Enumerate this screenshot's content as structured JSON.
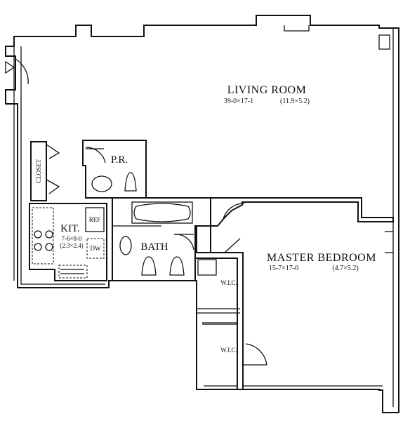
{
  "rooms": {
    "living_room": {
      "name": "LIVING ROOM",
      "dims_imperial": "39-0×17-1",
      "dims_metric": "(11.9×5.2)"
    },
    "master_bedroom": {
      "name": "MASTER BEDROOM",
      "dims_imperial": "15-7×17-0",
      "dims_metric": "(4.7×5.2)"
    },
    "kitchen": {
      "name": "KIT.",
      "dims_imperial": "7-6×8-0",
      "dims_metric": "(2.3×2.4)"
    },
    "powder_room": {
      "name": "P.R."
    },
    "bath": {
      "name": "BATH"
    },
    "closet": {
      "name": "CLOSET"
    },
    "wic_1": {
      "name": "W.I.C."
    },
    "wic_2": {
      "name": "W.I.C."
    }
  },
  "appliances": {
    "refrigerator": "REF",
    "dishwasher": "DW"
  }
}
